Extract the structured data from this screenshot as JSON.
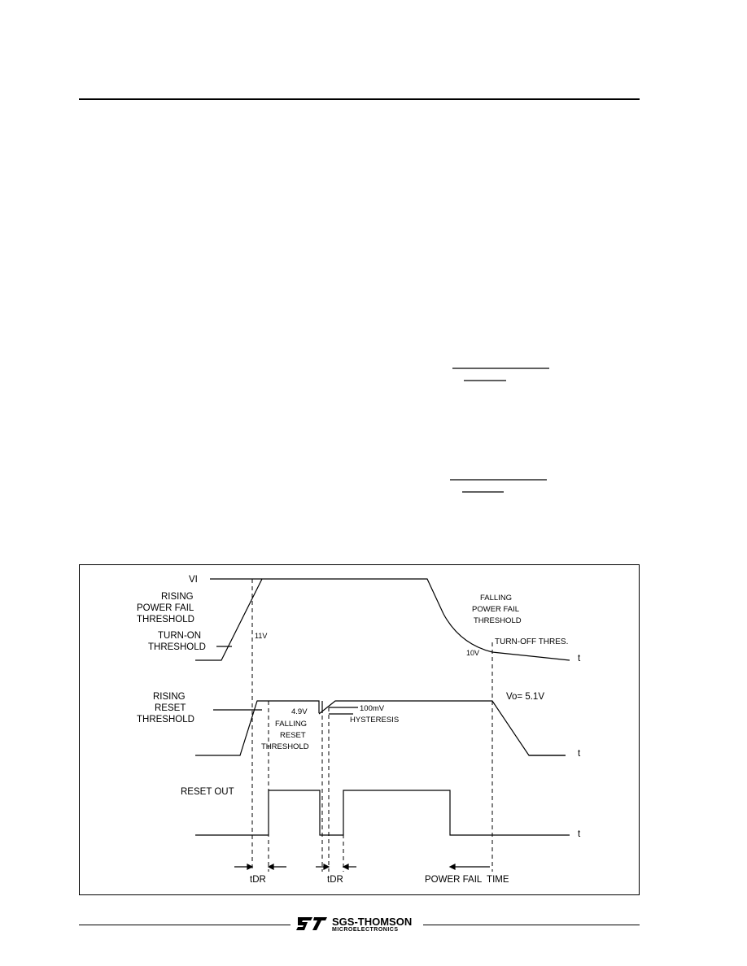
{
  "diagram": {
    "labels": {
      "vi": "VI",
      "rising_pf_1": "RISING",
      "rising_pf_2": "POWER FAIL",
      "rising_pf_3": "THRESHOLD",
      "turn_on_1": "TURN-ON",
      "turn_on_2": "THRESHOLD",
      "v11": "11V",
      "falling_pf_1": "FALLING",
      "falling_pf_2": "POWER FAIL",
      "falling_pf_3": "THRESHOLD",
      "turn_off": "TURN-OFF THRES.",
      "v10": "10V",
      "t_top": "t",
      "rising_reset_1": "RISING",
      "rising_reset_2": "RESET",
      "rising_reset_3": "THRESHOLD",
      "v49": "4.9V",
      "falling_reset_1": "FALLING",
      "falling_reset_2": "RESET",
      "falling_reset_3": "THRESHOLD",
      "mv100": "100mV",
      "hysteresis": "HYSTERESIS",
      "vo": "Vo= 5.1V",
      "t_mid": "t",
      "reset_out": "RESET OUT",
      "t_bottom": "t",
      "tdr_1": "tDR",
      "tdr_2": "tDR",
      "power_fail_time": "POWER FAIL  TIME"
    }
  },
  "footer": {
    "brand_name": "SGS-THOMSON",
    "brand_sub": "MICROELECTRONICS"
  }
}
